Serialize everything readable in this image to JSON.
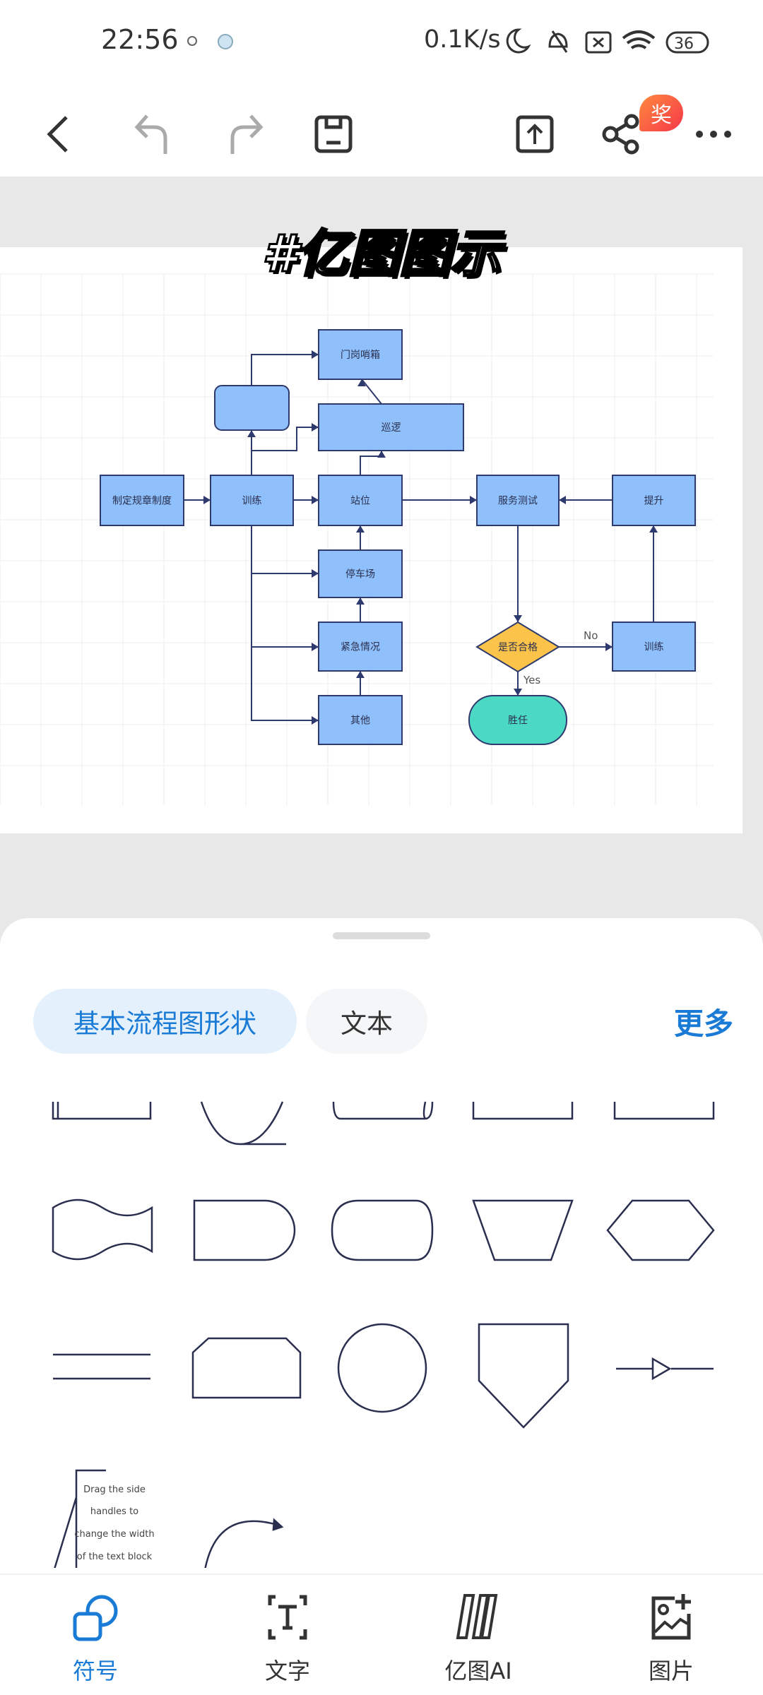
{
  "status_bar": {
    "time": "22:56",
    "net_speed": "0.1K/s",
    "battery": "36"
  },
  "toolbar": {
    "badge": "奖",
    "icons": [
      "back-icon",
      "undo-icon",
      "redo-icon",
      "save-icon",
      "export-icon",
      "share-icon",
      "more-icon"
    ]
  },
  "canvas": {
    "title": "#亿图图示",
    "nodes": {
      "gate": "门岗哨箱",
      "patrol": "巡逻",
      "rules": "制定规章制度",
      "train": "训练",
      "post": "站位",
      "service_test": "服务测试",
      "improve": "提升",
      "parking": "停车场",
      "emergency": "紧急情况",
      "other": "其他",
      "qualified": "是否合格",
      "train2": "训练",
      "competent": "胜任"
    },
    "edge_labels": {
      "no": "No",
      "yes": "Yes"
    },
    "colors": {
      "process": "#8fc0fb",
      "decision": "#fbc34a",
      "terminal": "#4cd9c4",
      "stroke": "#2e3a6e"
    }
  },
  "panel": {
    "tabs": [
      {
        "label": "基本流程图形状",
        "active": true
      },
      {
        "label": "文本",
        "active": false
      }
    ],
    "more": "更多",
    "text_block_sample": [
      "Drag the side",
      "handles to",
      "change the width",
      "of the text block"
    ]
  },
  "bottom_nav": [
    {
      "label": "符号",
      "icon": "shapes-icon",
      "active": true
    },
    {
      "label": "文字",
      "icon": "text-icon"
    },
    {
      "label": "亿图AI",
      "icon": "ai-icon"
    },
    {
      "label": "图片",
      "icon": "image-add-icon"
    }
  ],
  "accent": "#1a7bd6"
}
